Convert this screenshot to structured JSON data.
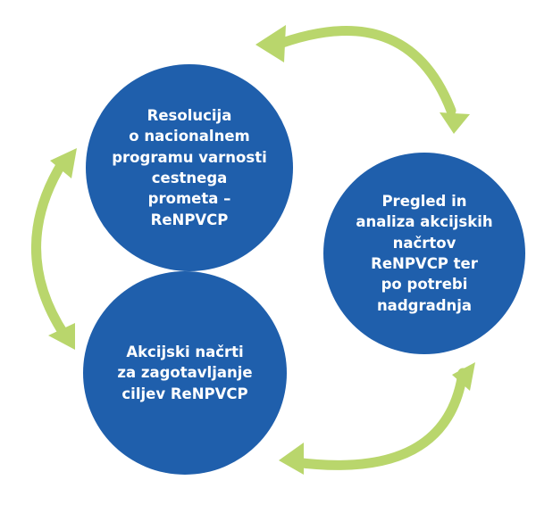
{
  "diagram": {
    "nodes": [
      {
        "label": "Resolucija\no nacionalnem\nprogramu varnosti\ncestnega\nprometa –\nReNPVCP"
      },
      {
        "label": "Pregled in\nanaliza akcijskih\nnačrtov\nReNPVCP ter\npo potrebi\nnadgradnja"
      },
      {
        "label": "Akcijski načrti\nza zagotavljanje\nciljev ReNPVCP"
      }
    ],
    "colors": {
      "circle_fill": "#1f5fac",
      "circle_text": "#ffffff",
      "arrow": "#b9d66c"
    }
  }
}
